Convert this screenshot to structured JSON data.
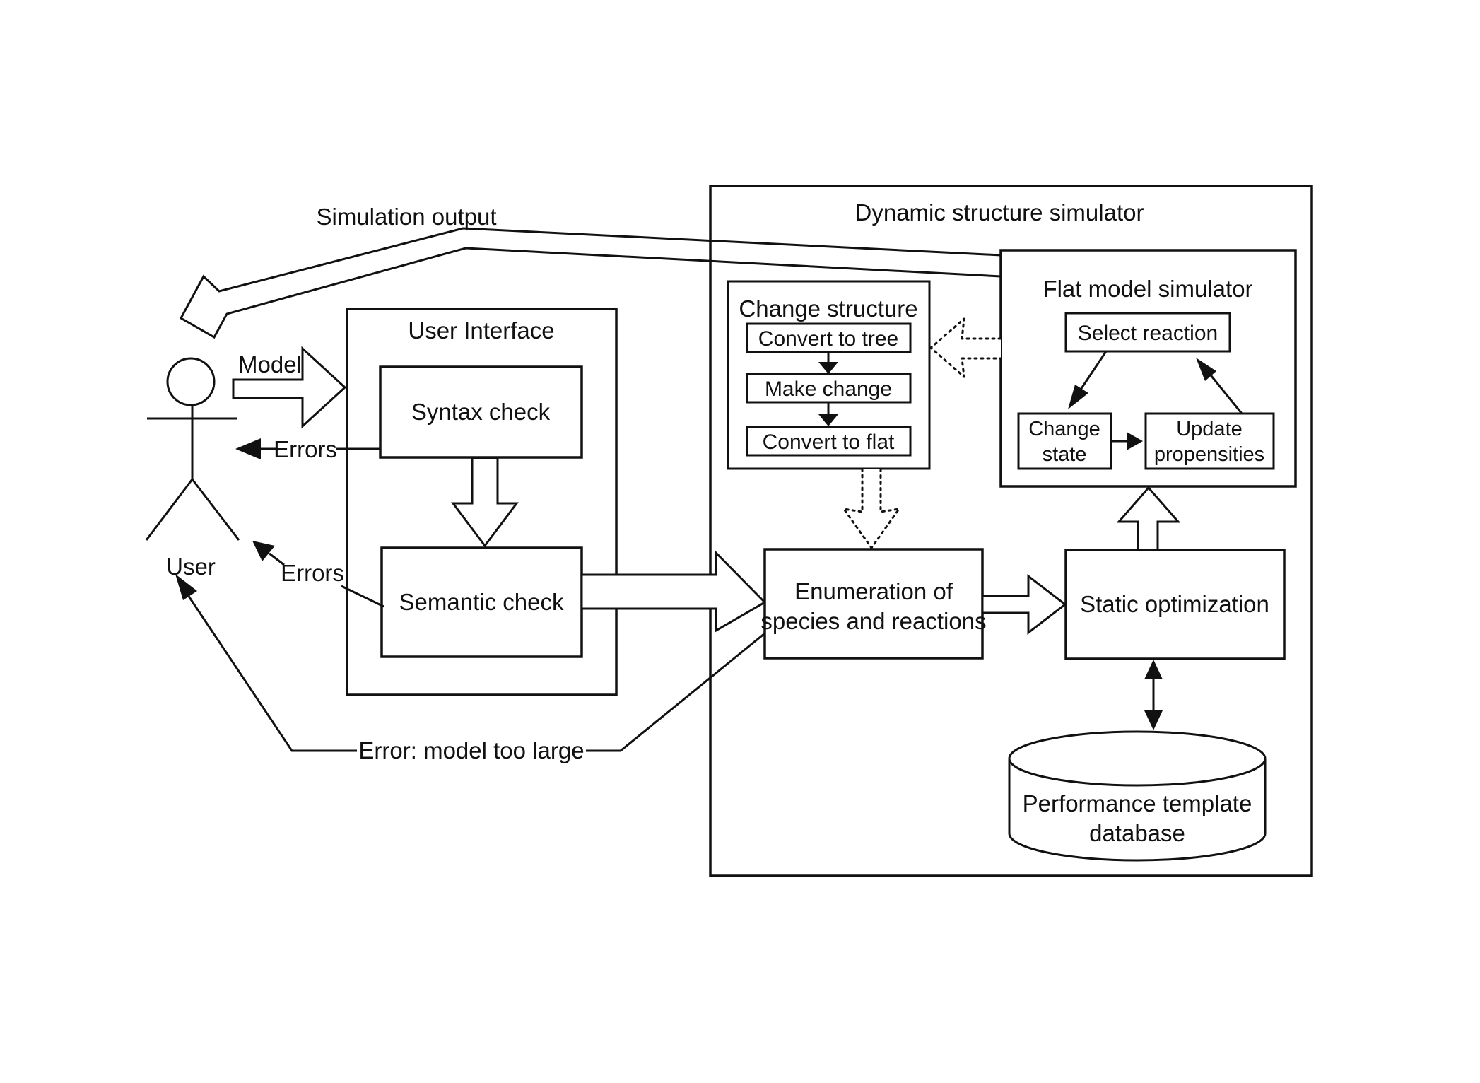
{
  "figure": {
    "background": "#ffffff",
    "ink": "#111111"
  },
  "labels": {
    "simulation_output": "Simulation output",
    "model": "Model",
    "errors_syntax": "Errors",
    "errors_semantic": "Errors",
    "error_model_too_large": "Error: model too large",
    "user": "User"
  },
  "user_interface": {
    "title": "User Interface",
    "syntax_check": "Syntax check",
    "semantic_check": "Semantic check"
  },
  "dynamic_simulator": {
    "title": "Dynamic structure simulator",
    "change_structure": {
      "title": "Change structure",
      "steps": [
        "Convert to tree",
        "Make change",
        "Convert to flat"
      ]
    },
    "flat_model": {
      "title": "Flat model simulator",
      "select_reaction": "Select reaction",
      "change_state_line1": "Change",
      "change_state_line2": "state",
      "update_propensities_line1": "Update",
      "update_propensities_line2": "propensities"
    },
    "enumeration_line1": "Enumeration of",
    "enumeration_line2": "species and reactions",
    "static_optimization": "Static optimization",
    "database_line1": "Performance template",
    "database_line2": "database"
  }
}
